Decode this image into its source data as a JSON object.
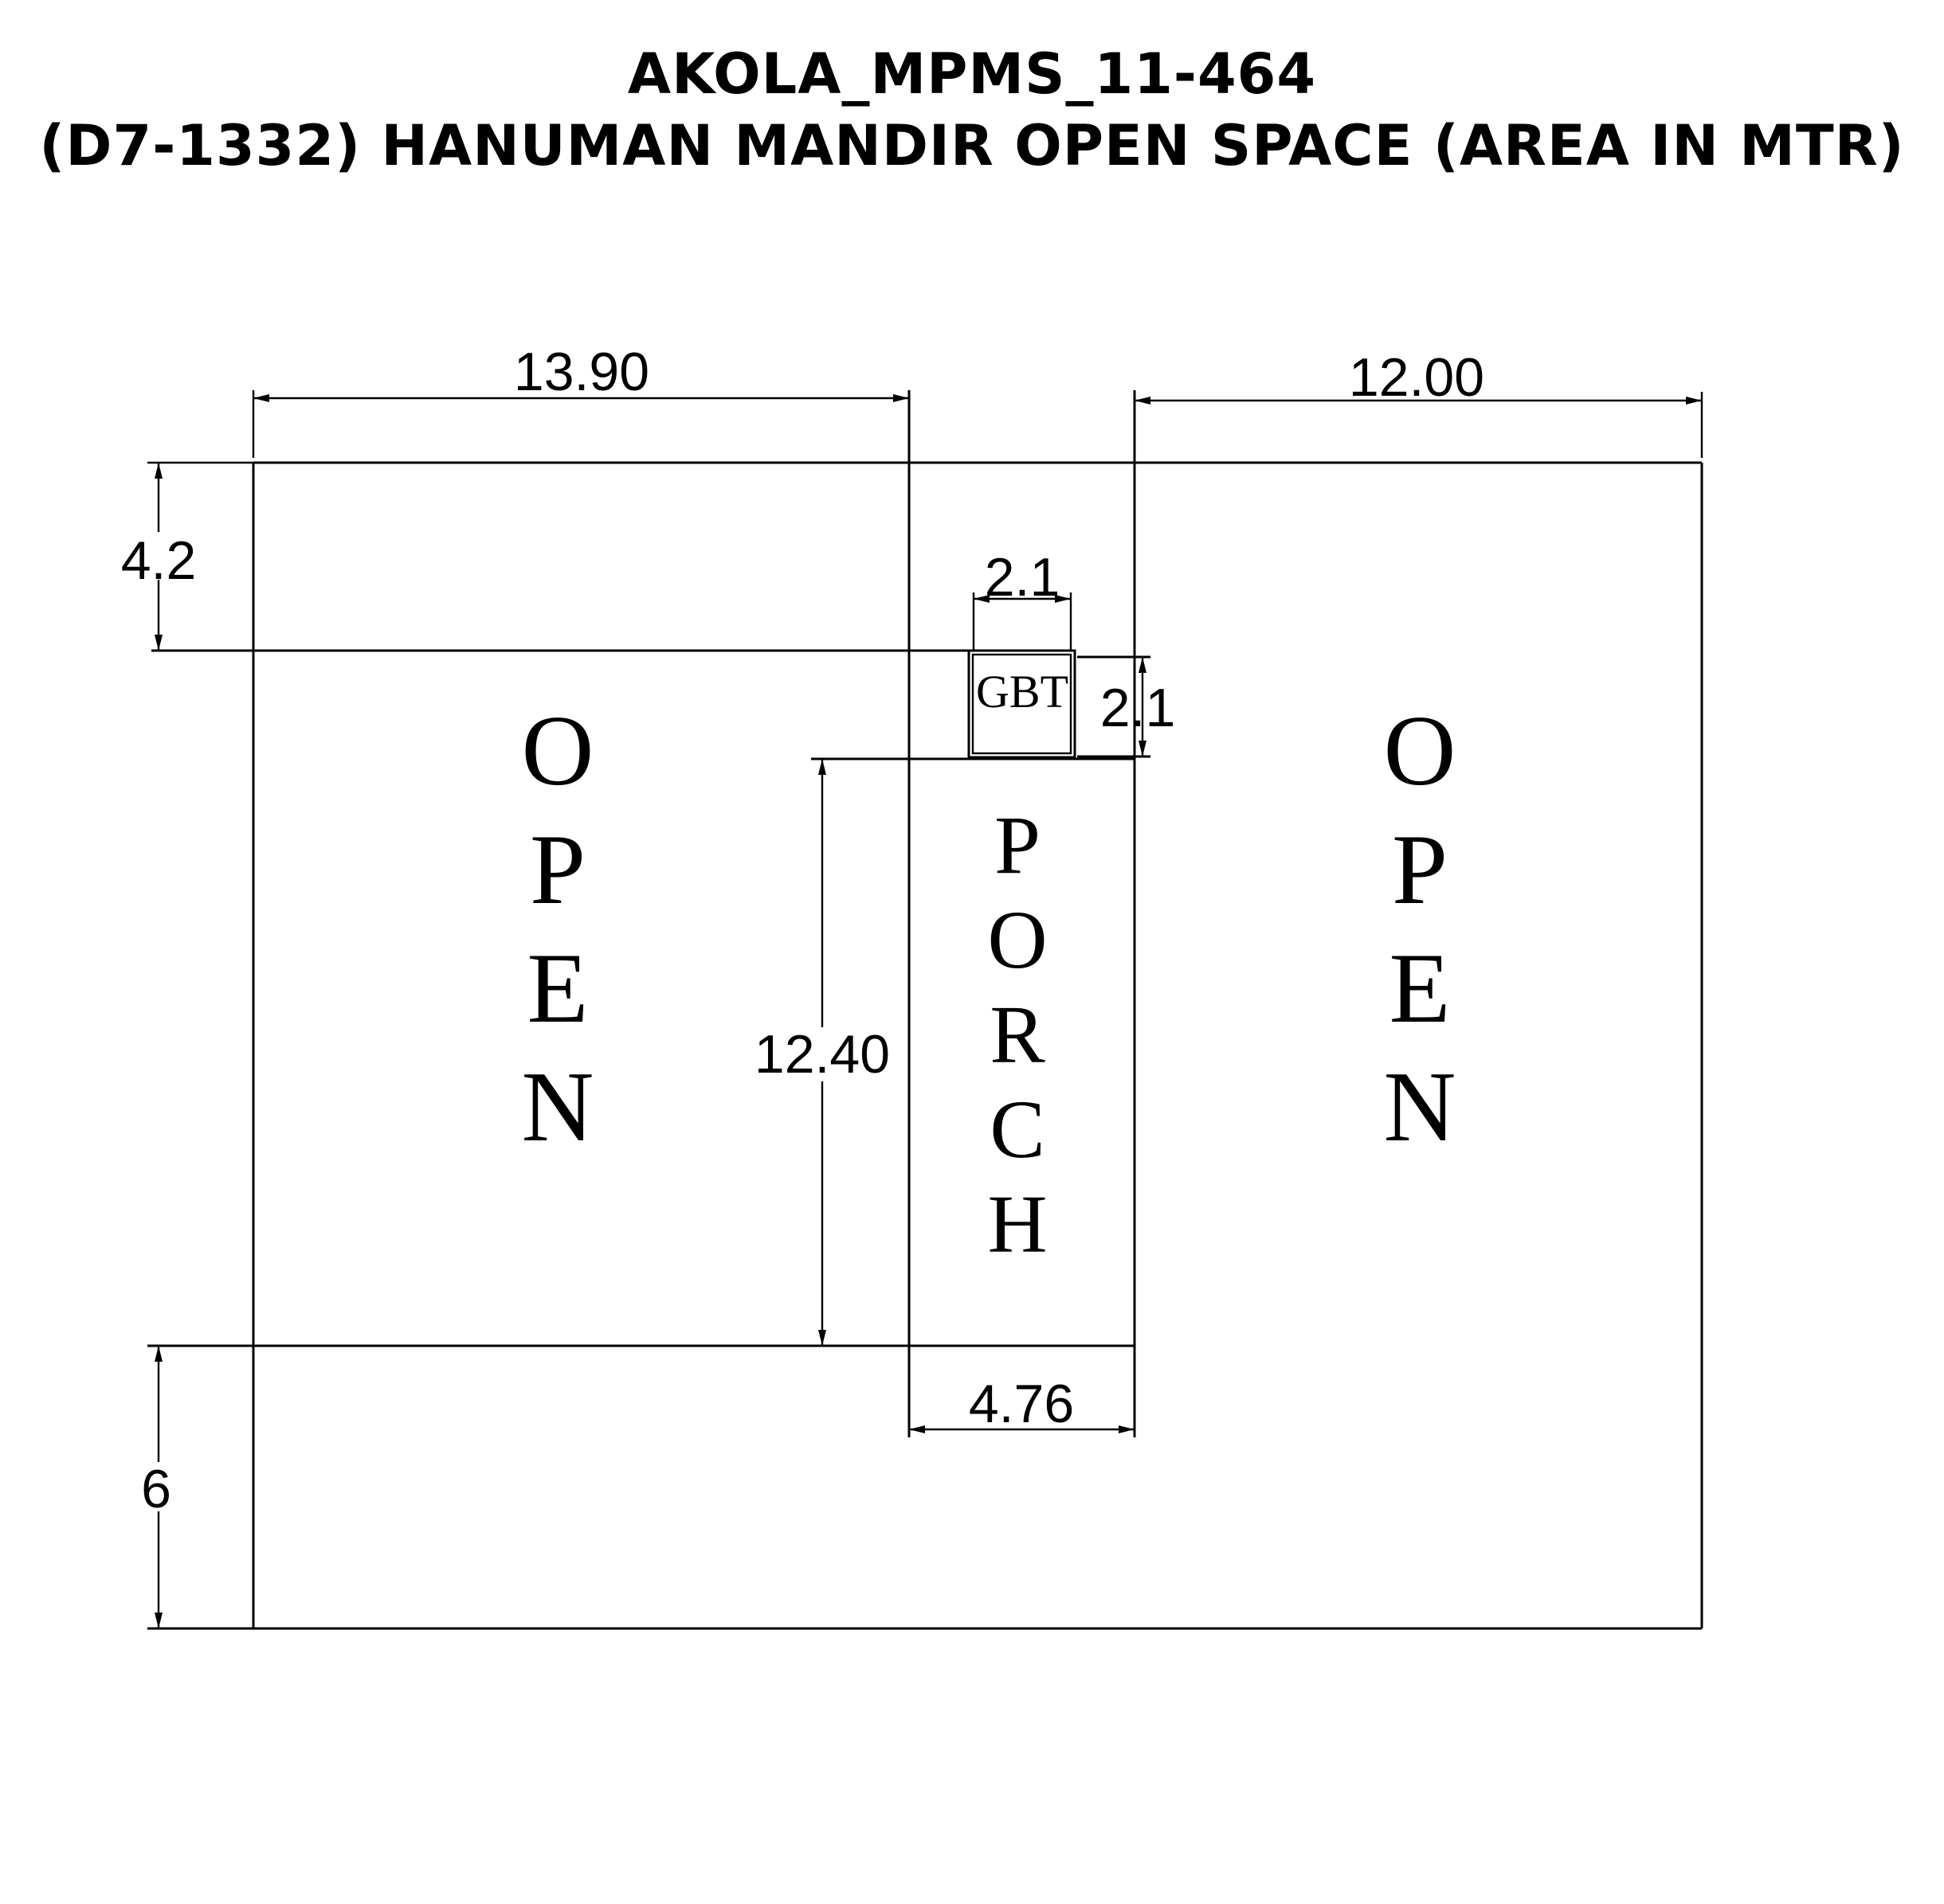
{
  "title": {
    "line1": "AKOLA_MPMS_11-464",
    "line2": "(D7-1332) HANUMAN MANDIR OPEN SPACE (AREA IN MTR)"
  },
  "dimensions": {
    "top_left_width": "13.90",
    "top_right_width": "12.00",
    "left_top_height": "4.2",
    "gbt_width": "2.1",
    "gbt_height": "2.1",
    "porch_height": "12.40",
    "porch_width": "4.76",
    "left_bottom_height": "6"
  },
  "labels": {
    "left_open": [
      "O",
      "P",
      "E",
      "N"
    ],
    "right_open": [
      "O",
      "P",
      "E",
      "N"
    ],
    "porch": [
      "P",
      "O",
      "R",
      "C",
      "H"
    ],
    "gbt": "GBT"
  }
}
